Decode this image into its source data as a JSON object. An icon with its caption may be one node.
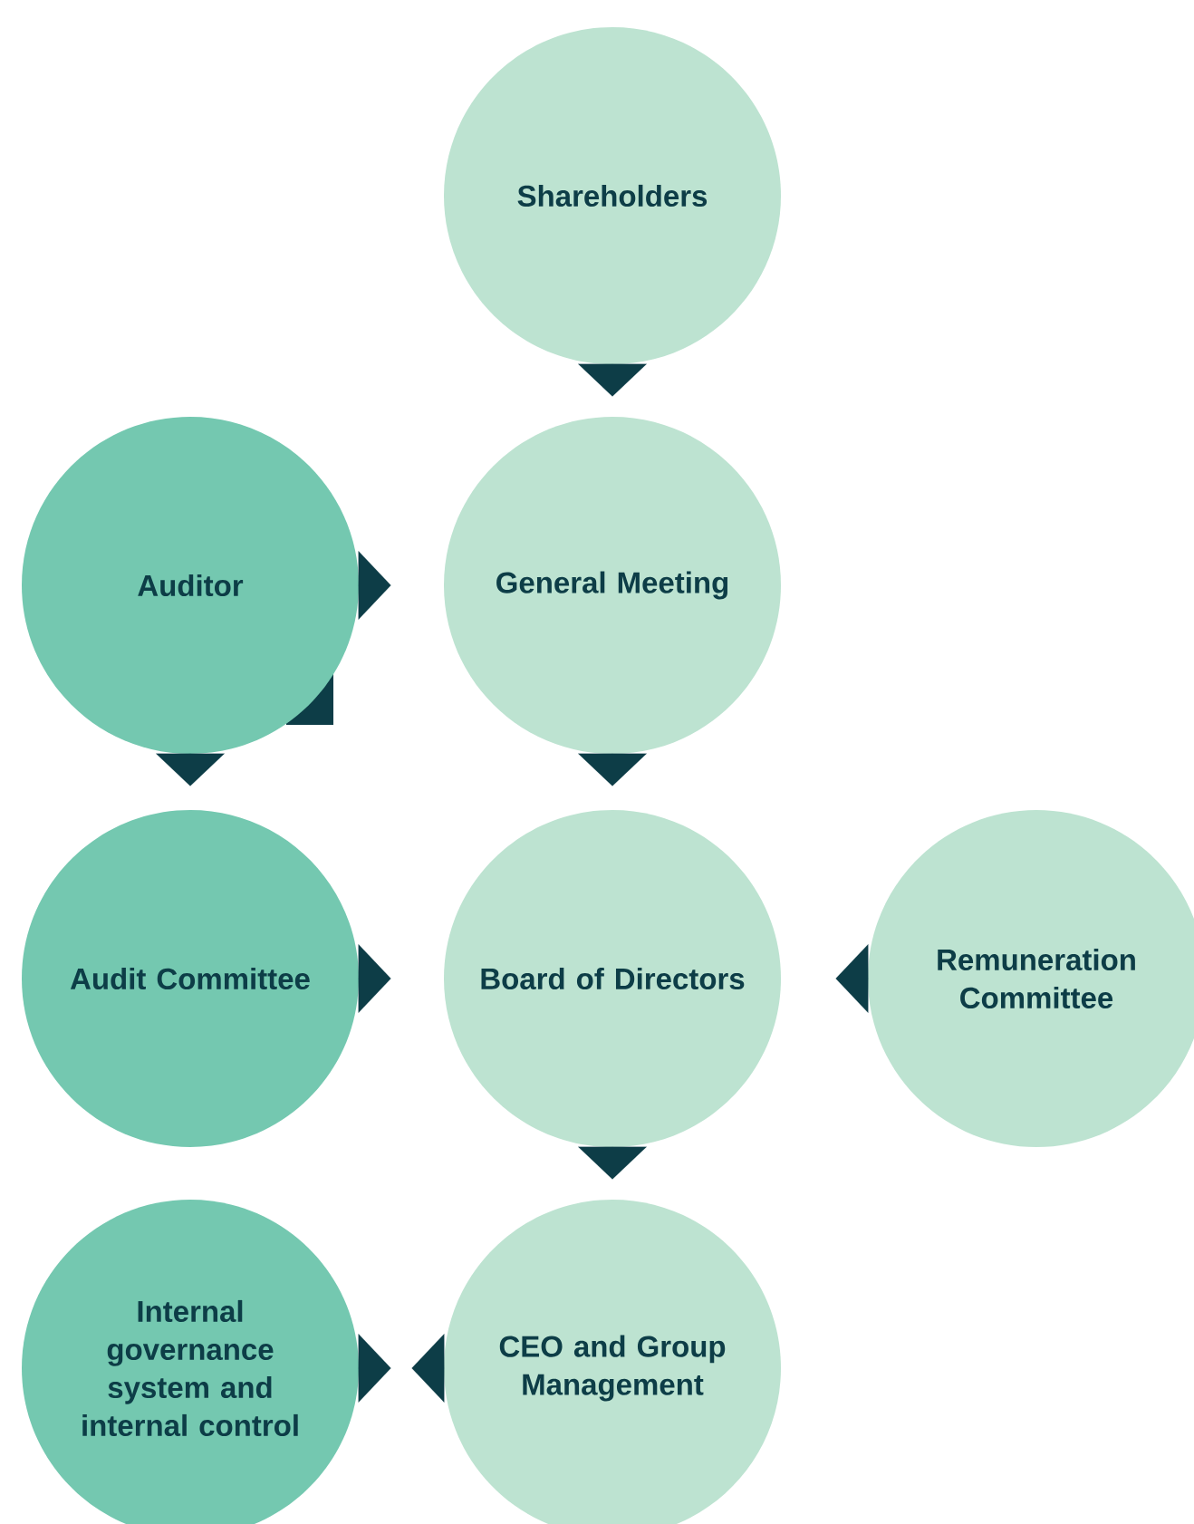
{
  "diagram": {
    "nodes": [
      {
        "text": [
          "Shareholders"
        ]
      },
      {
        "text": [
          "General Meeting"
        ]
      },
      {
        "text": [
          "Auditor"
        ]
      },
      {
        "text": [
          "Audit Committee"
        ]
      },
      {
        "text": [
          "Board of Directors"
        ]
      },
      {
        "text": [
          "Remuneration Committee"
        ]
      },
      {
        "text": [
          "Internal governance system and internal control"
        ]
      },
      {
        "text": [
          "CEO and Group Management"
        ]
      }
    ],
    "edges": [
      {
        "from": 0,
        "to": 1,
        "arrow": "to"
      },
      {
        "from": 2,
        "to": 1,
        "arrow": "to"
      },
      {
        "from": 2,
        "to": 3,
        "arrow": "to"
      },
      {
        "from": 1,
        "to": 4,
        "arrow": "to"
      },
      {
        "from": 3,
        "to": 4,
        "arrow": "to"
      },
      {
        "from": 5,
        "to": 4,
        "arrow": "to"
      },
      {
        "from": 4,
        "to": 7,
        "arrow": "to"
      },
      {
        "from": 6,
        "to": 7,
        "arrow": "to"
      },
      {
        "from": 7,
        "to": 6,
        "arrow": "to"
      }
    ]
  }
}
